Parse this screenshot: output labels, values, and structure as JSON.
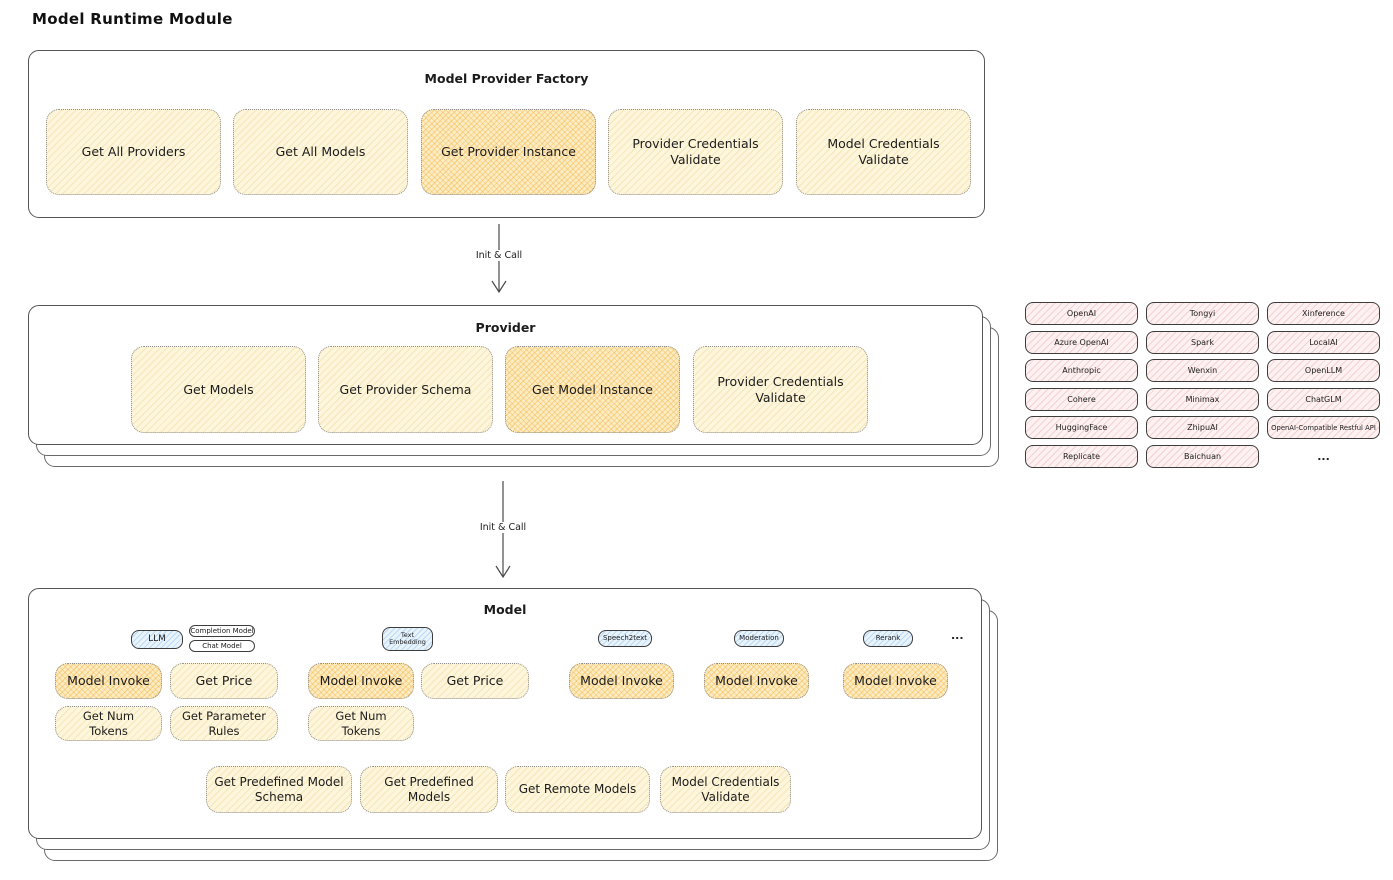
{
  "page": {
    "title": "Model Runtime Module"
  },
  "colors": {
    "yellow_fill": "#fdf6dc",
    "orange_fill": "#fcecc4",
    "pink_fill": "#fdf1f1",
    "blue_fill": "#e9f3fc",
    "stroke": "#555555"
  },
  "factory": {
    "title": "Model Provider Factory",
    "boxes": [
      "Get All Providers",
      "Get All Models",
      "Get Provider Instance",
      "Provider Credentials Validate",
      "Model Credentials Validate"
    ]
  },
  "arrows": [
    {
      "label": "Init & Call"
    },
    {
      "label": "Init & Call"
    }
  ],
  "provider": {
    "title": "Provider",
    "boxes": [
      "Get Models",
      "Get Provider Schema",
      "Get Model Instance",
      "Provider Credentials Validate"
    ]
  },
  "providers_grid": {
    "rows": [
      [
        "OpenAI",
        "Tongyi",
        "Xinference"
      ],
      [
        "Azure OpenAI",
        "Spark",
        "LocalAI"
      ],
      [
        "Anthropic",
        "Wenxin",
        "OpenLLM"
      ],
      [
        "Cohere",
        "Minimax",
        "ChatGLM"
      ],
      [
        "HuggingFace",
        "ZhipuAI",
        "OpenAI-Compatible Restful API"
      ],
      [
        "Replicate",
        "Baichuan",
        "..."
      ]
    ]
  },
  "model": {
    "title": "Model",
    "tags": {
      "llm": "LLM",
      "completion_model": "Completion Model",
      "chat_model": "Chat Model",
      "text_embedding": "Text Embedding",
      "speech2text": "Speech2text",
      "moderation": "Moderation",
      "rerank": "Rerank",
      "ellipsis": "..."
    },
    "ops": {
      "model_invoke": "Model Invoke",
      "get_price": "Get Price",
      "get_num_tokens": "Get Num Tokens",
      "get_parameter_rules": "Get Parameter Rules"
    },
    "bottom_boxes": [
      "Get Predefined Model Schema",
      "Get Predefined Models",
      "Get Remote Models",
      "Model Credentials Validate"
    ]
  }
}
